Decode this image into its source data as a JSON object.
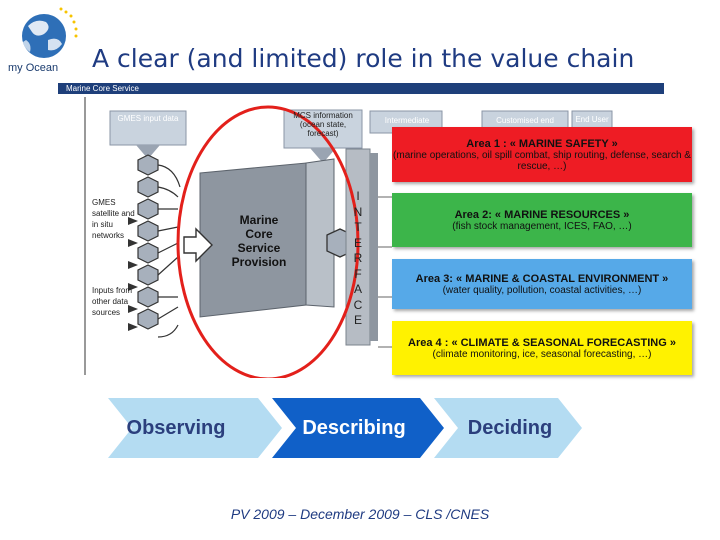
{
  "header": {
    "logo_text": "my Ocean",
    "title": "A clear (and limited) role in the value chain",
    "banner": "Marine Core Service"
  },
  "diagram": {
    "top_labels": [
      "GMES input data",
      "MCS information (ocean state, forecast)",
      "Intermediate",
      "Customised end",
      "End User"
    ],
    "inputs_label_1": "GMES satellite and in situ networks",
    "inputs_label_2": "Inputs from other data sources",
    "core": [
      "Marine",
      "Core",
      "Service",
      "Provision"
    ],
    "interface_letters": [
      "I",
      "N",
      "T",
      "E",
      "R",
      "F",
      "A",
      "C",
      "E"
    ],
    "areas": [
      {
        "title": "Area 1 : « MARINE SAFETY »",
        "sub": "(marine operations, oil spill combat, ship routing, defense, search & rescue, …)",
        "color": "#ee1c24"
      },
      {
        "title": "Area 2: « MARINE RESOURCES »",
        "sub": "(fish stock management, ICES, FAO, …)",
        "color": "#3cb54a"
      },
      {
        "title": "Area 3: « MARINE & COASTAL ENVIRONMENT »",
        "sub": "(water quality, pollution, coastal activities, …)",
        "color": "#56a9e8"
      },
      {
        "title": "Area 4 : « CLIMATE & SEASONAL FORECASTING »",
        "sub": "(climate monitoring, ice, seasonal forecasting, …)",
        "color": "#fff200"
      }
    ]
  },
  "chain": [
    "Observing",
    "Describing",
    "Deciding"
  ],
  "footer": "PV 2009 – December 2009 – CLS /CNES"
}
